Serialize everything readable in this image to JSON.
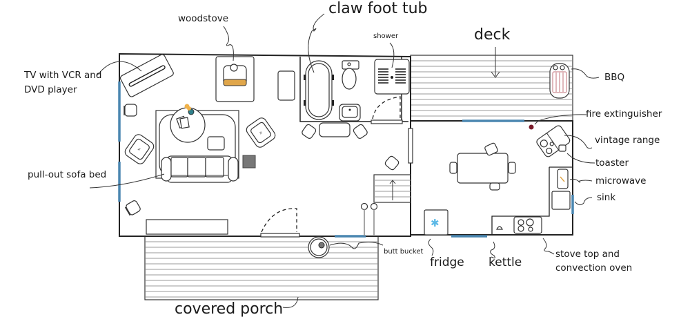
{
  "diagram": {
    "type": "floor plan",
    "subject": "tiny house layout"
  },
  "labels": {
    "woodstove": "woodstove",
    "claw_foot_tub": "claw foot tub",
    "shower": "shower",
    "deck": "deck",
    "tv": "TV with VCR and",
    "tv_line2": "DVD player",
    "bbq": "BBQ",
    "fire_extinguisher": "fire extinguisher",
    "vintage_range": "vintage range",
    "toaster": "toaster",
    "microwave": "microwave",
    "sink": "sink",
    "pull_out_sofa_bed": "pull-out sofa bed",
    "butt_bucket": "butt bucket",
    "fridge": "fridge",
    "kettle": "kettle",
    "stove_top": "stove top and",
    "stove_top_line2": "convection oven",
    "covered_porch": "covered porch"
  },
  "colors": {
    "window": "#4a86b0",
    "woodstove_base": "#e0a64a",
    "bbq_grill": "#c2707a",
    "fire_extinguisher": "#7a1b2a",
    "fridge_snowflake": "#5bb8e6",
    "toy": "#f0b24a",
    "ball": "#2f7f8a",
    "side_table": "#777777"
  }
}
